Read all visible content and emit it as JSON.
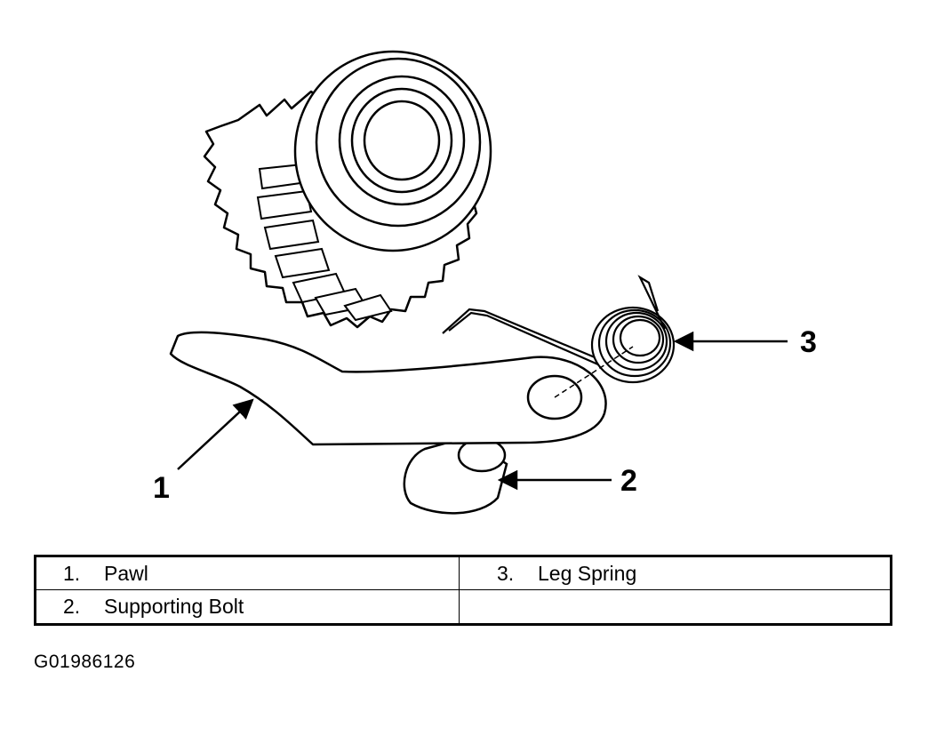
{
  "diagram": {
    "callouts": [
      {
        "number": "1"
      },
      {
        "number": "2"
      },
      {
        "number": "3"
      }
    ]
  },
  "legend": {
    "items": [
      {
        "number": "1.",
        "label": "Pawl"
      },
      {
        "number": "2.",
        "label": "Supporting Bolt"
      },
      {
        "number": "3.",
        "label": "Leg Spring"
      }
    ]
  },
  "figure_id": "G01986126"
}
